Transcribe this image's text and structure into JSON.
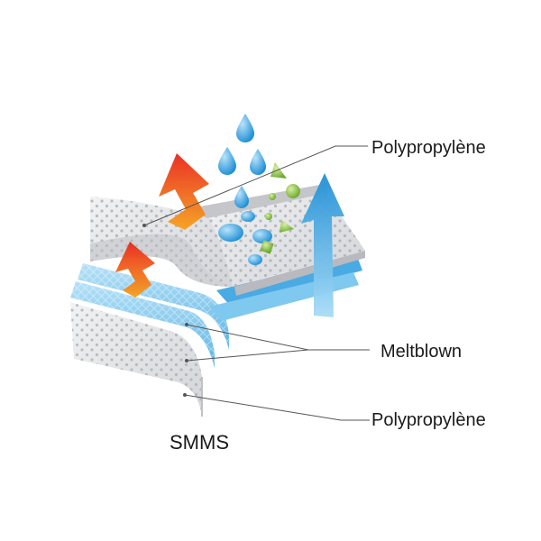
{
  "labels": {
    "top": "Polypropylène",
    "middle": "Meltblown",
    "bottom": "Polypropylène",
    "caption": "SMMS"
  },
  "colors": {
    "fabric": "#e4e5e7",
    "fabric_shade": "#c9cbcf",
    "perforation": "#a6a9ae",
    "meltblown": "#7fc8ef",
    "meltblown_dark": "#3d9fdb",
    "arrow_hot_top": "#e8261b",
    "arrow_hot_bottom": "#f7a21c",
    "arrow_cool_top": "#1f8fd6",
    "arrow_cool_bottom": "#9bd4f5",
    "droplet": "#2c9ad8",
    "particle": "#8cc63f",
    "leader_line": "#555555",
    "text": "#1a1a1a"
  }
}
